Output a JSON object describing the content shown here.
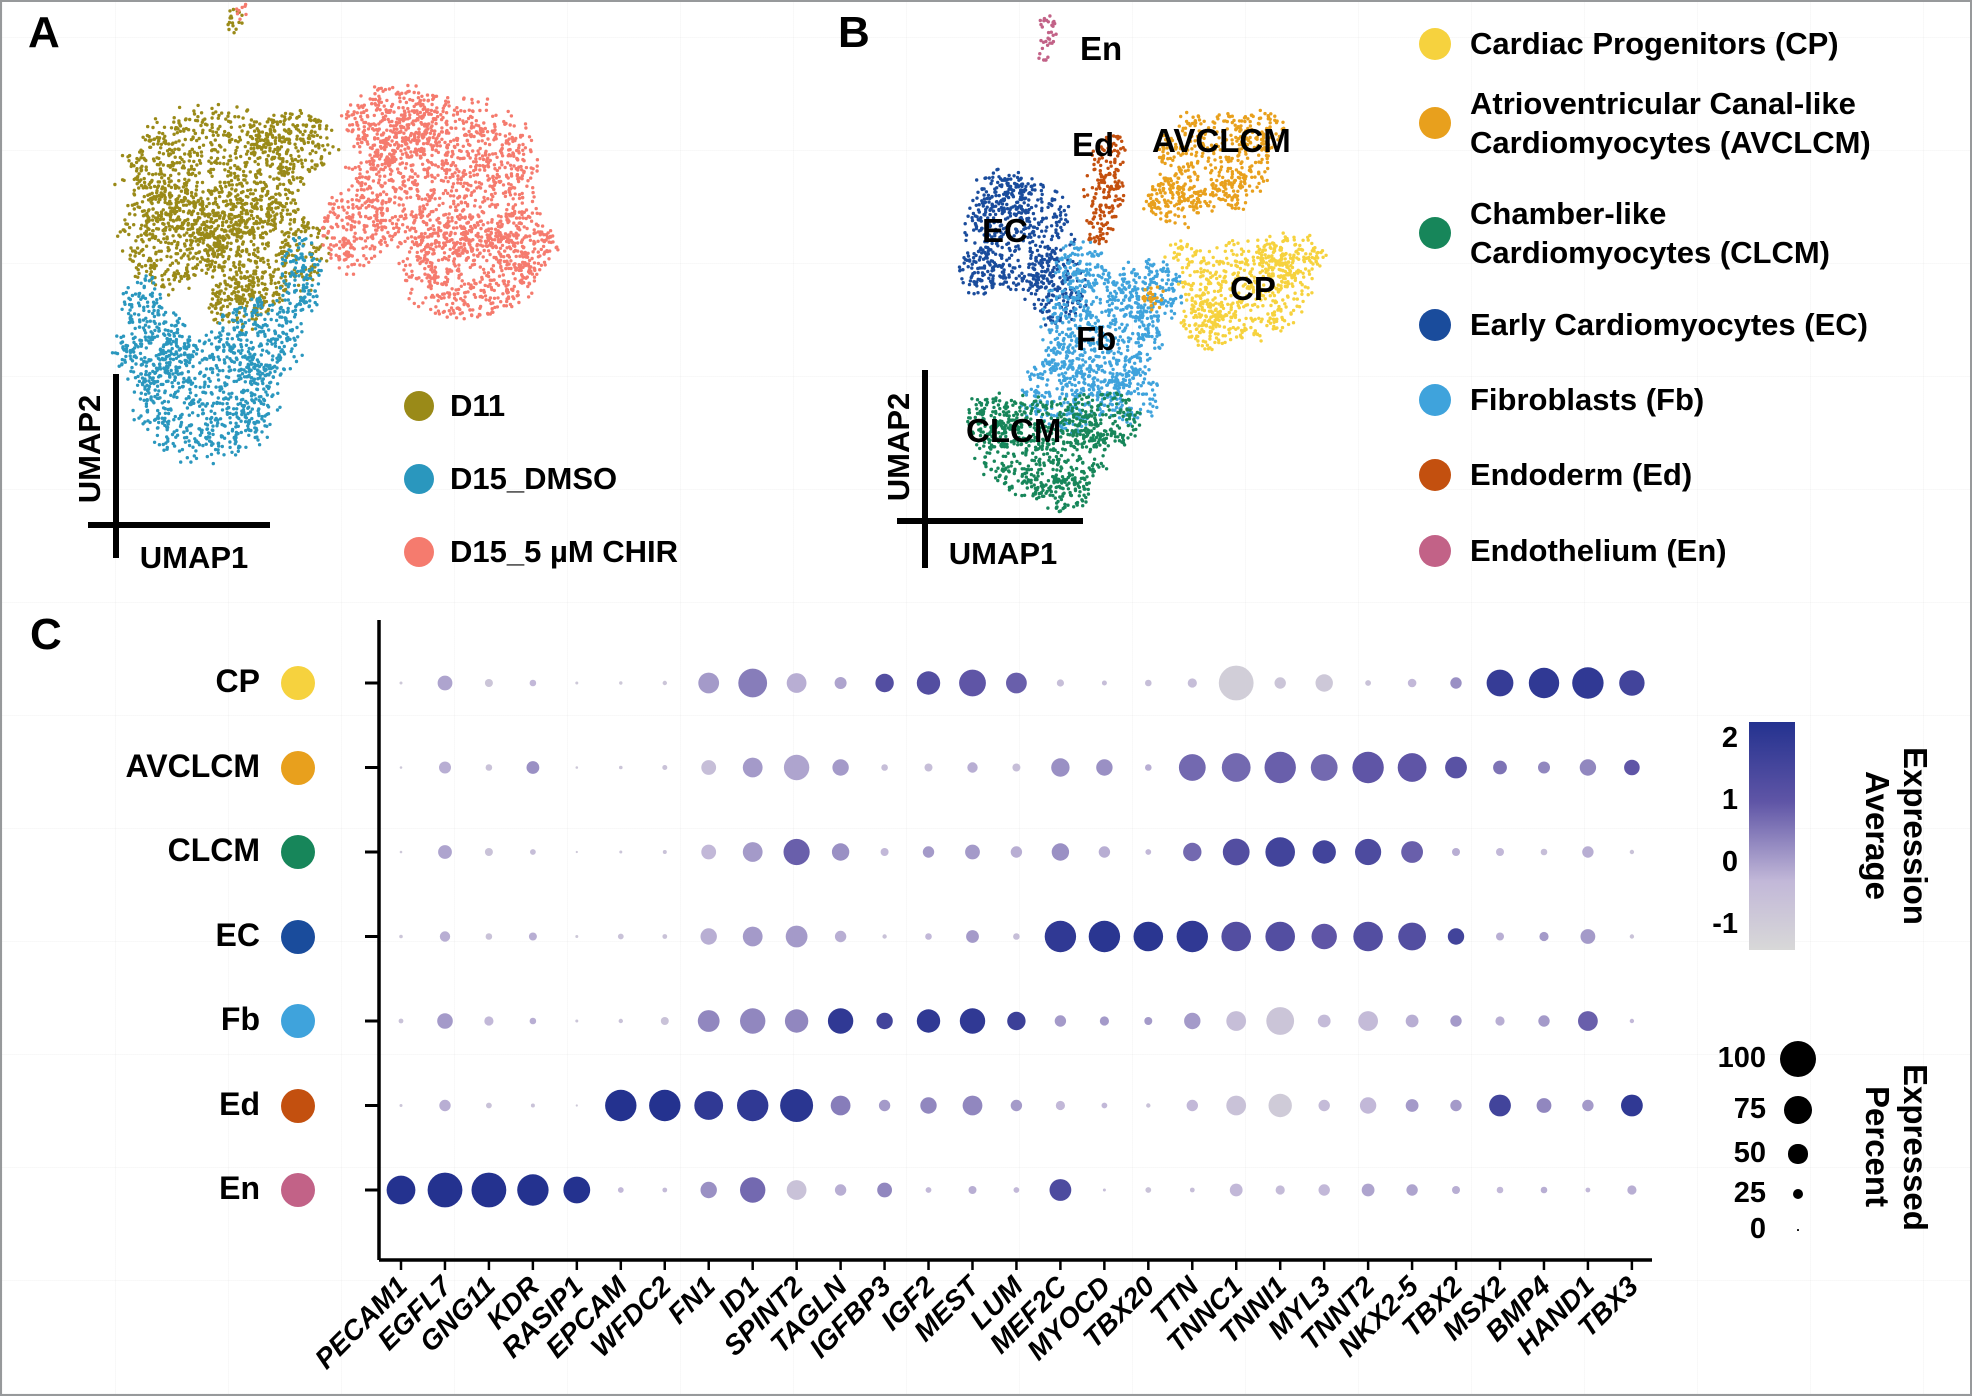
{
  "panel_a": {
    "label": "A",
    "xlabel": "UMAP1",
    "ylabel": "UMAP2",
    "groups": [
      {
        "name": "D11",
        "color": "#9A8A18"
      },
      {
        "name": "D15_DMSO",
        "color": "#2A97BE"
      },
      {
        "name": "D15_5 µM CHIR",
        "color": "#F57B6E"
      }
    ]
  },
  "panel_b": {
    "label": "B",
    "xlabel": "UMAP1",
    "ylabel": "UMAP2"
  },
  "panel_c": {
    "label": "C",
    "colorbar": {
      "title_lines": [
        "Average",
        "Expression"
      ],
      "ticks": [
        2,
        1,
        0,
        -1
      ]
    },
    "size_legend": {
      "title_lines": [
        "Percent",
        "Expressed"
      ],
      "ticks": [
        100,
        75,
        50,
        25,
        0
      ]
    }
  },
  "cell_types": [
    {
      "abbr": "CP",
      "color": "#F6D23E",
      "legend_lines": [
        "Cardiac Progenitors (CP)"
      ]
    },
    {
      "abbr": "AVCLCM",
      "color": "#E8A01D",
      "legend_lines": [
        "Atrioventricular Canal-like",
        "Cardiomyocytes (AVCLCM)"
      ]
    },
    {
      "abbr": "CLCM",
      "color": "#17865A",
      "legend_lines": [
        "Chamber-like",
        "Cardiomyocytes (CLCM)"
      ]
    },
    {
      "abbr": "EC",
      "color": "#1A4C9C",
      "legend_lines": [
        "Early Cardiomyocytes (EC)"
      ]
    },
    {
      "abbr": "Fb",
      "color": "#3FA3DC",
      "legend_lines": [
        "Fibroblasts (Fb)"
      ]
    },
    {
      "abbr": "Ed",
      "color": "#C3500F",
      "legend_lines": [
        "Endoderm (Ed)"
      ]
    },
    {
      "abbr": "En",
      "color": "#C26287",
      "legend_lines": [
        "Endothelium (En)"
      ]
    }
  ],
  "chart_data": [
    {
      "type": "scatter",
      "name": "umap-by-sample",
      "xlabel": "UMAP1",
      "ylabel": "UMAP2",
      "legend_position": "right",
      "series": [
        {
          "name": "D11",
          "color": "#9A8A18",
          "blobs": [
            [
              210,
              175,
              88,
              68
            ],
            [
              262,
              248,
              62,
              55
            ],
            [
              168,
              238,
              48,
              50
            ],
            [
              292,
              142,
              42,
              32
            ],
            [
              236,
              300,
              30,
              28
            ],
            [
              231,
              18,
              9,
              13
            ]
          ]
        },
        {
          "name": "D15_DMSO",
          "color": "#2A97BE",
          "blobs": [
            [
              205,
              395,
              72,
              62
            ],
            [
              152,
              345,
              38,
              40
            ],
            [
              258,
              338,
              42,
              42
            ],
            [
              300,
              272,
              22,
              40
            ],
            [
              140,
              300,
              20,
              26
            ]
          ]
        },
        {
          "name": "D15_5 µM CHIR",
          "color": "#F57B6E",
          "blobs": [
            [
              442,
              175,
              92,
              78
            ],
            [
              468,
              268,
              66,
              50
            ],
            [
              392,
              122,
              50,
              40
            ],
            [
              352,
              228,
              32,
              42
            ],
            [
              522,
              240,
              34,
              34
            ],
            [
              241,
              10,
              7,
              8
            ]
          ]
        }
      ]
    },
    {
      "type": "scatter",
      "name": "umap-by-celltype",
      "xlabel": "UMAP1",
      "ylabel": "UMAP2",
      "series": [
        {
          "name": "EC",
          "color": "#1A4C9C",
          "blobs": [
            [
              1018,
              232,
              52,
              55
            ],
            [
              1056,
              288,
              32,
              36
            ],
            [
              1000,
              190,
              30,
              24
            ],
            [
              980,
              272,
              24,
              26
            ]
          ]
        },
        {
          "name": "Fb",
          "color": "#3FA3DC",
          "blobs": [
            [
              1098,
              330,
              60,
              62
            ],
            [
              1148,
              290,
              36,
              34
            ],
            [
              1062,
              392,
              42,
              40
            ],
            [
              1130,
              392,
              30,
              28
            ],
            [
              1080,
              262,
              26,
              24
            ]
          ]
        },
        {
          "name": "CLCM",
          "color": "#17865A",
          "blobs": [
            [
              1042,
              445,
              66,
              50
            ],
            [
              1102,
              418,
              36,
              30
            ],
            [
              992,
              420,
              30,
              28
            ],
            [
              1062,
              492,
              30,
              18
            ]
          ]
        },
        {
          "name": "AVCLCM",
          "color": "#E8A01D",
          "blobs": [
            [
              1212,
              160,
              58,
              50
            ],
            [
              1172,
              200,
              28,
              26
            ],
            [
              1256,
              128,
              26,
              20
            ],
            [
              1152,
              296,
              12,
              14
            ]
          ]
        },
        {
          "name": "CP",
          "color": "#F6D23E",
          "blobs": [
            [
              1242,
              288,
              62,
              50
            ],
            [
              1290,
              256,
              32,
              30
            ],
            [
              1206,
              322,
              28,
              24
            ],
            [
              1180,
              252,
              16,
              14
            ]
          ]
        },
        {
          "name": "Ed",
          "color": "#C3500F",
          "blobs": [
            [
              1102,
              185,
              20,
              40
            ],
            [
              1112,
              148,
              13,
              16
            ],
            [
              1096,
              226,
              14,
              18
            ]
          ]
        },
        {
          "name": "En",
          "color": "#C26287",
          "blobs": [
            [
              1047,
              28,
              9,
              20
            ],
            [
              1042,
              54,
              6,
              8
            ]
          ]
        }
      ],
      "labels": [
        {
          "text": "En",
          "x": 1078,
          "y": 28
        },
        {
          "text": "Ed",
          "x": 1070,
          "y": 124
        },
        {
          "text": "AVCLCM",
          "x": 1150,
          "y": 120
        },
        {
          "text": "EC",
          "x": 980,
          "y": 210
        },
        {
          "text": "CP",
          "x": 1228,
          "y": 268
        },
        {
          "text": "Fb",
          "x": 1074,
          "y": 318
        },
        {
          "text": "CLCM",
          "x": 964,
          "y": 410
        }
      ]
    },
    {
      "type": "scatter",
      "name": "marker-gene-dotplot",
      "rows": [
        "CP",
        "AVCLCM",
        "CLCM",
        "EC",
        "Fb",
        "Ed",
        "En"
      ],
      "genes": [
        "PECAM1",
        "EGFL7",
        "GNG11",
        "KDR",
        "RASIP1",
        "EPCAM",
        "WFDC2",
        "FN1",
        "ID1",
        "SPINT2",
        "TAGLN",
        "IGFBP3",
        "IGF2",
        "MEST",
        "LUM",
        "MEF2C",
        "MYOCD",
        "TBX20",
        "TTN",
        "TNNC1",
        "TNNI1",
        "MYL3",
        "TNNT2",
        "NKX2-5",
        "TBX2",
        "MSX2",
        "BMP4",
        "HAND1",
        "TBX3"
      ],
      "percent_expressed": [
        [
          4,
          38,
          18,
          14,
          4,
          5,
          8,
          55,
          78,
          52,
          30,
          48,
          62,
          72,
          55,
          16,
          10,
          14,
          22,
          95,
          28,
          45,
          12,
          20,
          28,
          72,
          82,
          85,
          68
        ],
        [
          3,
          30,
          14,
          32,
          3,
          6,
          10,
          38,
          52,
          68,
          42,
          14,
          18,
          25,
          18,
          48,
          42,
          14,
          72,
          78,
          85,
          72,
          85,
          78,
          58,
          35,
          30,
          42,
          40
        ],
        [
          3,
          35,
          18,
          12,
          2,
          4,
          7,
          38,
          52,
          70,
          45,
          18,
          28,
          38,
          28,
          45,
          28,
          12,
          48,
          72,
          80,
          62,
          70,
          58,
          18,
          18,
          14,
          28,
          8
        ],
        [
          6,
          25,
          14,
          18,
          4,
          12,
          9,
          42,
          52,
          58,
          28,
          8,
          14,
          32,
          14,
          85,
          85,
          80,
          85,
          80,
          80,
          68,
          80,
          75,
          42,
          18,
          22,
          38,
          8
        ],
        [
          9,
          40,
          22,
          14,
          4,
          8,
          18,
          58,
          68,
          62,
          68,
          42,
          62,
          68,
          48,
          28,
          22,
          18,
          42,
          52,
          75,
          32,
          52,
          32,
          28,
          22,
          28,
          52,
          8
        ],
        [
          4,
          28,
          12,
          7,
          2,
          85,
          85,
          78,
          85,
          90,
          52,
          28,
          42,
          52,
          28,
          22,
          12,
          8,
          28,
          52,
          62,
          28,
          42,
          32,
          28,
          58,
          38,
          28,
          58
        ],
        [
          78,
          95,
          95,
          85,
          72,
          12,
          9,
          42,
          68,
          52,
          28,
          38,
          12,
          18,
          12,
          58,
          4,
          12,
          9,
          32,
          22,
          28,
          32,
          28,
          18,
          14,
          14,
          9,
          22
        ]
      ],
      "average_expression": [
        [
          -0.5,
          0.2,
          -0.4,
          0.0,
          -0.5,
          -0.5,
          -0.4,
          0.3,
          0.6,
          0.1,
          0.2,
          1.2,
          1.2,
          1.0,
          0.9,
          -0.2,
          -0.2,
          -0.2,
          -0.2,
          -0.7,
          -0.4,
          -0.5,
          -0.3,
          0.0,
          0.4,
          1.7,
          1.8,
          1.8,
          1.5
        ],
        [
          -0.5,
          0.1,
          -0.3,
          0.4,
          -0.5,
          -0.4,
          -0.3,
          -0.2,
          0.3,
          0.2,
          0.3,
          -0.2,
          -0.2,
          0.1,
          -0.2,
          0.4,
          0.4,
          0.1,
          0.8,
          0.8,
          0.9,
          0.8,
          1.0,
          1.0,
          1.1,
          0.7,
          0.5,
          0.5,
          1.0
        ],
        [
          -0.5,
          0.2,
          -0.3,
          -0.2,
          -0.5,
          -0.4,
          -0.3,
          0.0,
          0.3,
          0.9,
          0.4,
          0.0,
          0.3,
          0.3,
          0.1,
          0.4,
          0.1,
          0.0,
          0.8,
          1.2,
          1.5,
          1.5,
          1.3,
          0.9,
          0.1,
          0.0,
          -0.2,
          0.1,
          -0.3
        ],
        [
          -0.4,
          0.1,
          -0.3,
          0.1,
          -0.5,
          -0.3,
          -0.3,
          0.1,
          0.3,
          0.3,
          0.1,
          -0.3,
          0.0,
          0.3,
          -0.2,
          1.8,
          1.9,
          1.9,
          1.8,
          1.2,
          1.2,
          1.0,
          1.2,
          1.2,
          1.5,
          0.1,
          0.3,
          0.3,
          -0.3
        ],
        [
          -0.3,
          0.3,
          0.0,
          0.1,
          -0.4,
          -0.3,
          -0.3,
          0.5,
          0.5,
          0.5,
          1.8,
          1.5,
          1.8,
          1.8,
          1.6,
          0.3,
          0.3,
          0.3,
          0.3,
          -0.2,
          -0.4,
          -0.1,
          -0.1,
          0.1,
          0.3,
          0.1,
          0.3,
          0.9,
          0.0
        ],
        [
          -0.4,
          0.1,
          -0.3,
          -0.3,
          -0.5,
          2.0,
          2.0,
          1.8,
          1.8,
          1.9,
          0.6,
          0.3,
          0.5,
          0.5,
          0.3,
          0.0,
          0.0,
          -0.3,
          0.0,
          -0.3,
          -0.6,
          -0.1,
          0.0,
          0.3,
          0.3,
          1.5,
          0.5,
          0.3,
          1.8
        ],
        [
          2.0,
          2.0,
          2.0,
          2.0,
          2.0,
          0.0,
          -0.1,
          0.4,
          0.8,
          -0.3,
          0.1,
          0.5,
          0.0,
          0.1,
          0.0,
          1.3,
          -0.2,
          -0.3,
          -0.2,
          0.0,
          -0.1,
          0.0,
          0.2,
          0.2,
          0.1,
          0.0,
          0.1,
          0.0,
          0.1
        ]
      ],
      "color_scale": {
        "domain": [
          -1,
          2
        ],
        "stops": [
          "#D8D8D8",
          "#C2B8D8",
          "#5F55A6",
          "#24328F"
        ]
      },
      "size_scale": {
        "domain": [
          0,
          100
        ]
      },
      "color_legend_title": "Average Expression",
      "size_legend_title": "Percent Expressed"
    }
  ]
}
